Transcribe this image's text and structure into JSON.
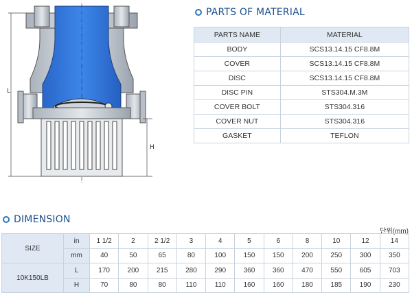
{
  "materials": {
    "title": "PARTS OF MATERIAL",
    "headers": [
      "PARTS NAME",
      "MATERIAL"
    ],
    "rows": [
      [
        "BODY",
        "SCS13.14.15 CF8.8M"
      ],
      [
        "COVER",
        "SCS13.14.15 CF8.8M"
      ],
      [
        "DISC",
        "SCS13.14.15 CF8.8M"
      ],
      [
        "DISC PIN",
        "STS304.M.3M"
      ],
      [
        "COVER BOLT",
        "STS304.316"
      ],
      [
        "COVER NUT",
        "STS304.316"
      ],
      [
        "GASKET",
        "TEFLON"
      ]
    ]
  },
  "dimension": {
    "title": "DIMENSION",
    "unit": "단위(mm)",
    "size_label": "SIZE",
    "model_label": "10K150LB",
    "rows": [
      {
        "label": "in",
        "values": [
          "1 1/2",
          "2",
          "2 1/2",
          "3",
          "4",
          "5",
          "6",
          "8",
          "10",
          "12",
          "14"
        ]
      },
      {
        "label": "mm",
        "values": [
          "40",
          "50",
          "65",
          "80",
          "100",
          "150",
          "150",
          "200",
          "250",
          "300",
          "350"
        ]
      },
      {
        "label": "L",
        "values": [
          "170",
          "200",
          "215",
          "280",
          "290",
          "360",
          "360",
          "470",
          "550",
          "605",
          "703"
        ]
      },
      {
        "label": "H",
        "values": [
          "70",
          "80",
          "80",
          "110",
          "110",
          "160",
          "160",
          "180",
          "185",
          "190",
          "230"
        ]
      }
    ]
  },
  "drawing": {
    "label_L": "L",
    "label_H": "H",
    "colors": {
      "body": "#2f72d8",
      "body_light": "#6fa3ee",
      "metal": "#c9cfd6",
      "metal_dark": "#8c96a3"
    }
  }
}
